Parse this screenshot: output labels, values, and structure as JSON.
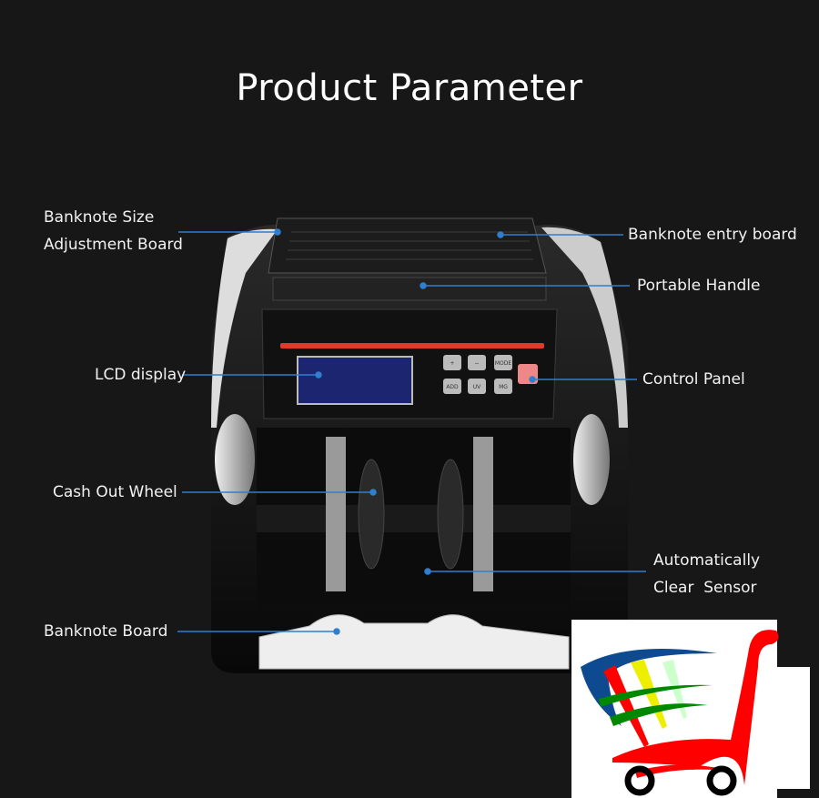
{
  "title": "Product Parameter",
  "labels": {
    "size_adjust_1": "Banknote Size",
    "size_adjust_2": "Adjustment Board",
    "lcd": "LCD display",
    "cash_out": "Cash Out Wheel",
    "banknote_board": "Banknote Board",
    "entry_board": "Banknote entry board",
    "handle": "Portable Handle",
    "control_panel": "Control Panel",
    "sensor_1": "Automatically",
    "sensor_2": "Clear  Sensor"
  },
  "buttons": [
    "+",
    "−",
    "MODE",
    "ADD",
    "UV",
    "MG"
  ],
  "colors": {
    "background": "#171717",
    "callout": "#2f7fd0",
    "accent": "#e03a2a"
  }
}
